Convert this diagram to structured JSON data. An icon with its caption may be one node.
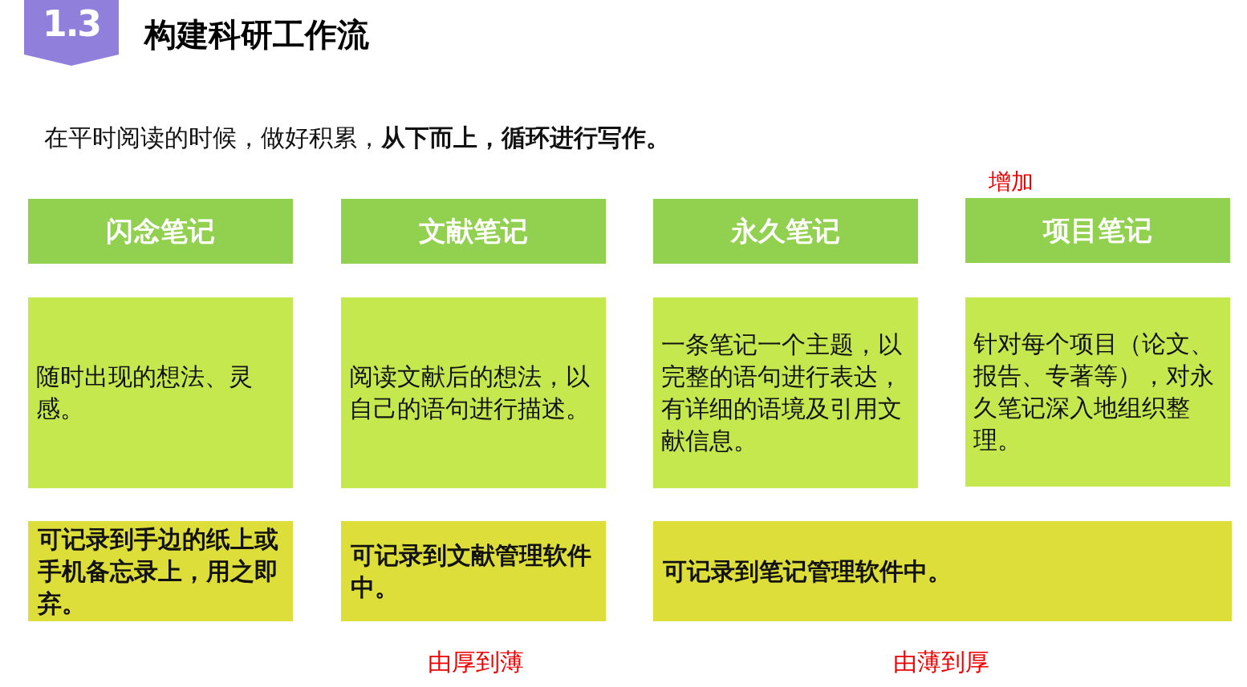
{
  "diagram": {
    "title": "构建科研工作流",
    "nodes": [
      {
        "text": [
          "1.3"
        ]
      },
      {
        "text": [
          "闪念笔记"
        ]
      },
      {
        "text": [
          "文献笔记"
        ]
      },
      {
        "text": [
          "永久笔记"
        ]
      },
      {
        "text": [
          "项目笔记"
        ]
      },
      {
        "text": [
          "随时出现的想法、灵感。"
        ]
      },
      {
        "text": [
          "阅读文献后的想法，以自己的语句进行描述。"
        ]
      },
      {
        "text": [
          "一条笔记一个主题，以完整的语句进行表达，有详细的语境及引用文献信息。"
        ]
      },
      {
        "text": [
          "针对每个项目（论文、报告、专著等），对永久笔记深入地组织整理。"
        ]
      },
      {
        "text": [
          "可记录到手边的纸上或手机备忘录上，用之即弃。"
        ]
      },
      {
        "text": [
          "可记录到文献管理软件中。"
        ]
      },
      {
        "text": [
          "可记录到笔记管理软件中。"
        ]
      }
    ],
    "edges": [],
    "labels": [
      "在平时阅读的时候，做好积累，**从下而上，循环进行写作。**",
      "增加",
      "由厚到薄",
      "由薄到厚"
    ]
  }
}
